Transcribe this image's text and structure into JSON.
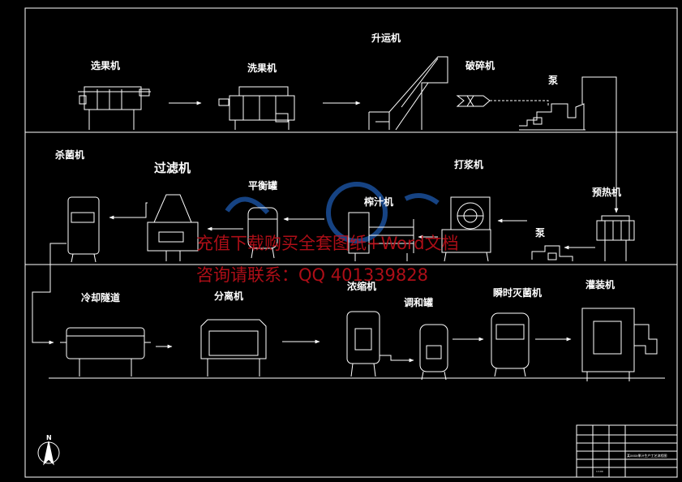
{
  "labels": {
    "xuanguoji": "选果机",
    "xiguoji": "洗果机",
    "shengyunji": "升运机",
    "posuiji": "破碎机",
    "beng1": "泵",
    "shajunji": "杀菌机",
    "guolvji": "过滤机",
    "pinghengguan": "平衡罐",
    "dajiangji": "打浆机",
    "zhazhiji": "榨汁机",
    "yureji": "预热机",
    "beng2": "泵",
    "lengquesuidao": "冷却隧道",
    "fenliji": "分离机",
    "nongsuoji": "浓缩机",
    "tiaoheguan": "调和罐",
    "shunshimiejunji": "瞬时灭菌机",
    "guanzhuangji": "灌装机"
  },
  "watermark": {
    "line1": "充值下载购买全套图纸+Word文档",
    "line2": "咨询请联系：QQ 401339828"
  },
  "north_symbol": "N",
  "title_block": {
    "title": "某xxxx果汁生产工艺流程图",
    "scale": "1:100"
  },
  "colors": {
    "background": "#000000",
    "lines": "#ffffff",
    "watermark": "#c0101a",
    "logo": "#1a4f9a"
  }
}
